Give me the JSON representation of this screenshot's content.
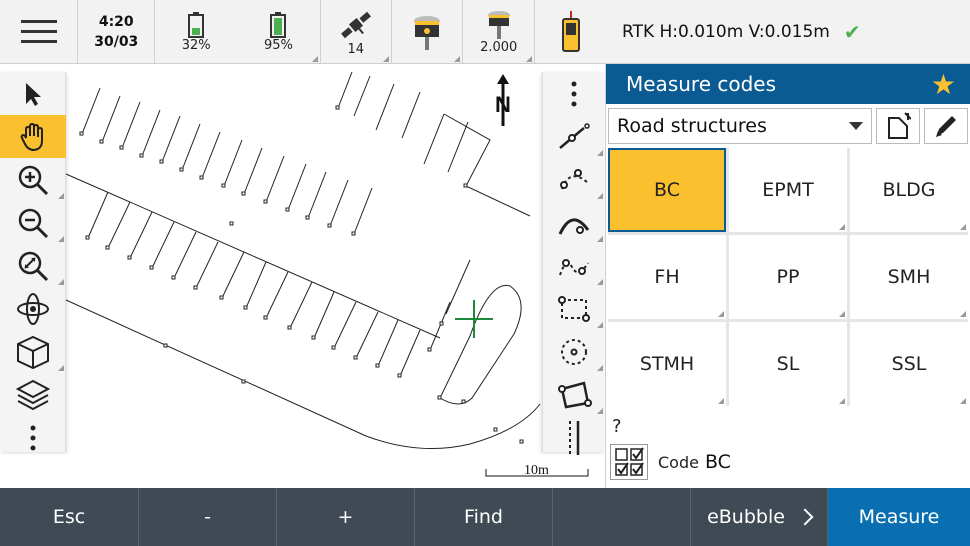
{
  "status": {
    "time": "4:20",
    "date": "30/03",
    "battery_internal": "32%",
    "battery_external": "95%",
    "satellites": "14",
    "antenna_height": "2.000"
  },
  "precision": {
    "text": "RTK H:0.010m V:0.015m"
  },
  "map": {
    "north_label": "N",
    "scale_label": "10m"
  },
  "panel": {
    "title": "Measure codes",
    "group": "Road structures",
    "codes": [
      "BC",
      "EPMT",
      "BLDG",
      "FH",
      "PP",
      "SMH",
      "STMH",
      "SL",
      "SSL"
    ],
    "selected_code": "BC",
    "question": "?",
    "code_label": "Code",
    "code_value": "BC"
  },
  "softkeys": {
    "esc": "Esc",
    "minus": "-",
    "plus": "+",
    "find": "Find",
    "blank": "",
    "ebubble": "eBubble",
    "measure": "Measure"
  },
  "colors": {
    "accent": "#fbc02d",
    "header": "#0a5a94",
    "softkey_bg": "#3f4a54",
    "primary": "#0a6fb0",
    "rtk_ok": "#4caf50"
  }
}
